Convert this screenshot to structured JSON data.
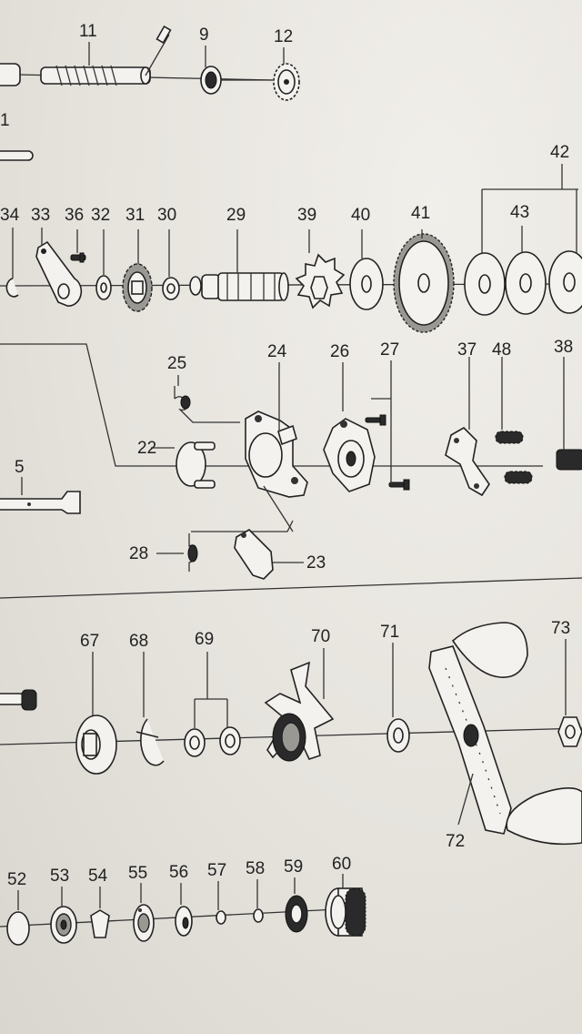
{
  "diagram": {
    "labels": {
      "p11": "11",
      "p9": "9",
      "p12": "12",
      "p1": "1",
      "p34": "34",
      "p33": "33",
      "p36": "36",
      "p32": "32",
      "p31": "31",
      "p30": "30",
      "p29": "29",
      "p39": "39",
      "p40": "40",
      "p41": "41",
      "p43": "43",
      "p42": "42",
      "p25": "25",
      "p24": "24",
      "p26": "26",
      "p27": "27",
      "p37": "37",
      "p48": "48",
      "p38": "38",
      "p22": "22",
      "p5": "5",
      "p28": "28",
      "p23": "23",
      "p67": "67",
      "p68": "68",
      "p69": "69",
      "p70": "70",
      "p71": "71",
      "p73": "73",
      "p72": "72",
      "p52": "52",
      "p53": "53",
      "p54": "54",
      "p55": "55",
      "p56": "56",
      "p57": "57",
      "p58": "58",
      "p59": "59",
      "p60": "60"
    }
  }
}
